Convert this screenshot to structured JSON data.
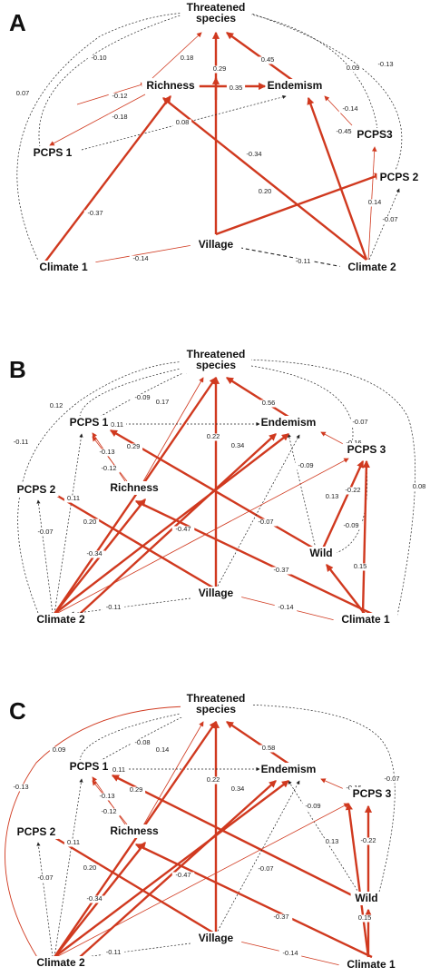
{
  "colors": {
    "red": "#d0391f",
    "black": "#222222",
    "background": "#ffffff"
  },
  "panels": [
    {
      "id": "A",
      "letter": "A",
      "nodes": [
        {
          "id": "threat1",
          "lines": [
            "Threatened",
            "species"
          ]
        },
        {
          "id": "richness",
          "lines": [
            "Richness"
          ]
        },
        {
          "id": "endemism",
          "lines": [
            "Endemism"
          ]
        },
        {
          "id": "pcps1",
          "lines": [
            "PCPS 1"
          ]
        },
        {
          "id": "pcps3",
          "lines": [
            "PCPS3"
          ]
        },
        {
          "id": "pcps2",
          "lines": [
            "PCPS 2"
          ]
        },
        {
          "id": "village",
          "lines": [
            "Village"
          ]
        },
        {
          "id": "climate1",
          "lines": [
            "Climate 1"
          ]
        },
        {
          "id": "climate2",
          "lines": [
            "Climate 2"
          ]
        }
      ],
      "edges": [
        {
          "label": "0.29",
          "style": "red-thick"
        },
        {
          "label": "0.18",
          "style": "red-thin"
        },
        {
          "label": "0.45",
          "style": "red-thick"
        },
        {
          "label": "0.35",
          "style": "red-thick"
        },
        {
          "label": "-0.12",
          "style": "red-thin"
        },
        {
          "label": "-0.18",
          "style": "red-thin"
        },
        {
          "label": "0.08",
          "style": "dotted"
        },
        {
          "label": "-0.14",
          "style": "red-thin"
        },
        {
          "label": "-0.45",
          "style": "red-thick"
        },
        {
          "label": "-0.34",
          "style": "red-thick"
        },
        {
          "label": "-0.37",
          "style": "red-thick"
        },
        {
          "label": "0.20",
          "style": "red-thick"
        },
        {
          "label": "0.14",
          "style": "red-thin"
        },
        {
          "label": "-0.07",
          "style": "dotted"
        },
        {
          "label": "-0.14",
          "style": "red-thin"
        },
        {
          "label": "-0.11",
          "style": "dashed"
        },
        {
          "label": "-0.10",
          "style": "dotted"
        },
        {
          "label": "0.07",
          "style": "dotted"
        },
        {
          "label": "0.09",
          "style": "dotted"
        },
        {
          "label": "-0.13",
          "style": "dotted"
        },
        {
          "label": "",
          "style": "red-thick"
        }
      ]
    },
    {
      "id": "B",
      "letter": "B",
      "nodes": [
        {
          "id": "threat",
          "lines": [
            "Threatened",
            "species"
          ]
        },
        {
          "id": "pcps1",
          "lines": [
            "PCPS 1"
          ]
        },
        {
          "id": "endemism",
          "lines": [
            "Endemism"
          ]
        },
        {
          "id": "pcps3",
          "lines": [
            "PCPS 3"
          ]
        },
        {
          "id": "pcps2",
          "lines": [
            "PCPS 2"
          ]
        },
        {
          "id": "richness",
          "lines": [
            "Richness"
          ]
        },
        {
          "id": "wild",
          "lines": [
            "Wild"
          ]
        },
        {
          "id": "village",
          "lines": [
            "Village"
          ]
        },
        {
          "id": "climate2",
          "lines": [
            "Climate 2"
          ]
        },
        {
          "id": "climate1",
          "lines": [
            "Climate 1"
          ]
        }
      ],
      "edges": [
        {
          "label": "0.22",
          "style": "red-thick"
        },
        {
          "label": "0.17",
          "style": "red-thin"
        },
        {
          "label": "0.56",
          "style": "red-thick"
        },
        {
          "label": "-0.09",
          "style": "dotted"
        },
        {
          "label": "0.12",
          "style": "dotted"
        },
        {
          "label": "-0.11",
          "style": "dotted"
        },
        {
          "label": "-0.07",
          "style": "dotted"
        },
        {
          "label": "0.08",
          "style": "dotted"
        },
        {
          "label": "0.11",
          "style": "dotted"
        },
        {
          "label": "-0.13",
          "style": "red-thin"
        },
        {
          "label": "-0.12",
          "style": "red-thin"
        },
        {
          "label": "0.29",
          "style": "red-thick"
        },
        {
          "label": "0.34",
          "style": "red-thick"
        },
        {
          "label": "-0.16",
          "style": "red-thin"
        },
        {
          "label": "-0.09",
          "style": "dotted"
        },
        {
          "label": "-0.22",
          "style": "red-thick"
        },
        {
          "label": "-0.09",
          "style": "dotted"
        },
        {
          "label": "0.11",
          "style": "dotted"
        },
        {
          "label": "-0.07",
          "style": "dotted"
        },
        {
          "label": "0.20",
          "style": "red-thick"
        },
        {
          "label": "-0.34",
          "style": "red-thick"
        },
        {
          "label": "-0.47",
          "style": "red-thick"
        },
        {
          "label": "-0.07",
          "style": "dotted"
        },
        {
          "label": "0.13",
          "style": "red-thin"
        },
        {
          "label": "-0.37",
          "style": "red-thick"
        },
        {
          "label": "0.15",
          "style": "red-thick"
        },
        {
          "label": "-0.11",
          "style": "dotted"
        },
        {
          "label": "-0.14",
          "style": "red-thin"
        },
        {
          "label": "",
          "style": "red-thick"
        },
        {
          "label": "",
          "style": "red-thick"
        }
      ]
    },
    {
      "id": "C",
      "letter": "C",
      "nodes": [
        {
          "id": "threat",
          "lines": [
            "Threatened",
            "species"
          ]
        },
        {
          "id": "pcps1",
          "lines": [
            "PCPS 1"
          ]
        },
        {
          "id": "endemism",
          "lines": [
            "Endemism"
          ]
        },
        {
          "id": "pcps3",
          "lines": [
            "PCPS 3"
          ]
        },
        {
          "id": "pcps2",
          "lines": [
            "PCPS 2"
          ]
        },
        {
          "id": "richness",
          "lines": [
            "Richness"
          ]
        },
        {
          "id": "wild",
          "lines": [
            "Wild"
          ]
        },
        {
          "id": "village",
          "lines": [
            "Village"
          ]
        },
        {
          "id": "climate2",
          "lines": [
            "Climate 2"
          ]
        },
        {
          "id": "climate1",
          "lines": [
            "Climate 1"
          ]
        }
      ],
      "edges": [
        {
          "label": "0.22",
          "style": "red-thick"
        },
        {
          "label": "0.14",
          "style": "red-thin"
        },
        {
          "label": "0.58",
          "style": "red-thick"
        },
        {
          "label": "-0.08",
          "style": "dotted"
        },
        {
          "label": "0.09",
          "style": "dotted"
        },
        {
          "label": "-0.13",
          "style": "red-thin"
        },
        {
          "label": "-0.07",
          "style": "dotted"
        },
        {
          "label": "0.11",
          "style": "dotted"
        },
        {
          "label": "-0.13",
          "style": "red-thin"
        },
        {
          "label": "-0.12",
          "style": "red-thin"
        },
        {
          "label": "0.29",
          "style": "red-thick"
        },
        {
          "label": "0.34",
          "style": "red-thick"
        },
        {
          "label": "-0.16",
          "style": "red-thin"
        },
        {
          "label": "-0.09",
          "style": "dotted"
        },
        {
          "label": "-0.22",
          "style": "red-thick"
        },
        {
          "label": "0.11",
          "style": "dotted"
        },
        {
          "label": "-0.07",
          "style": "dotted"
        },
        {
          "label": "0.20",
          "style": "red-thick"
        },
        {
          "label": "-0.34",
          "style": "red-thick"
        },
        {
          "label": "-0.47",
          "style": "red-thick"
        },
        {
          "label": "-0.07",
          "style": "dotted"
        },
        {
          "label": "0.13",
          "style": "red-thin"
        },
        {
          "label": "-0.37",
          "style": "red-thick"
        },
        {
          "label": "0.15",
          "style": "red-thick"
        },
        {
          "label": "-0.11",
          "style": "dotted"
        },
        {
          "label": "-0.14",
          "style": "red-thin"
        },
        {
          "label": "",
          "style": "red-thick"
        },
        {
          "label": "",
          "style": "red-thick"
        }
      ]
    }
  ]
}
